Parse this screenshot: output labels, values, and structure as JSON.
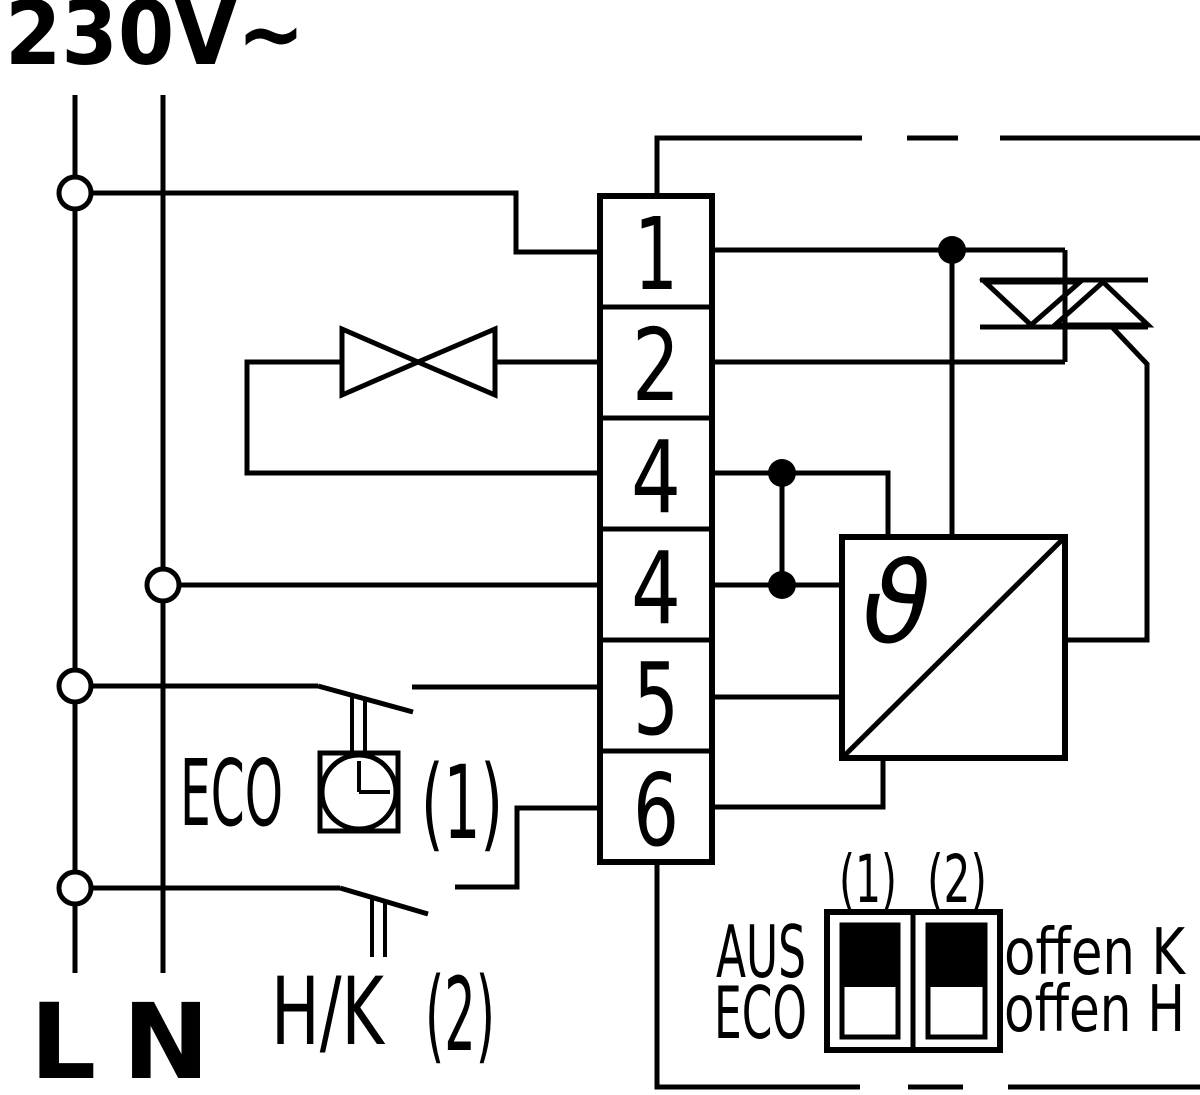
{
  "labels": {
    "supply_voltage": "230V~",
    "phase": "L",
    "neutral": "N",
    "eco_timer": "ECO",
    "eco_timer_ref": "(1)",
    "hk_switch": "H/K",
    "hk_switch_ref": "(2)",
    "thermostat_symbol": "ϑ",
    "dip_col_1": "(1)",
    "dip_col_2": "(2)",
    "dip_left_top": "AUS",
    "dip_left_bottom": "ECO",
    "dip_right_top": "offen K",
    "dip_right_bottom": "offen H"
  },
  "terminals": [
    "1",
    "2",
    "4",
    "4",
    "5",
    "6"
  ],
  "icons": {
    "timer": "clock-icon",
    "valve": "valve-icon",
    "switching_element": "triac-icon",
    "controller": "thermostat-box-icon",
    "junction": "junction-dot"
  },
  "colors": {
    "ink": "#000000",
    "background": "#ffffff"
  }
}
